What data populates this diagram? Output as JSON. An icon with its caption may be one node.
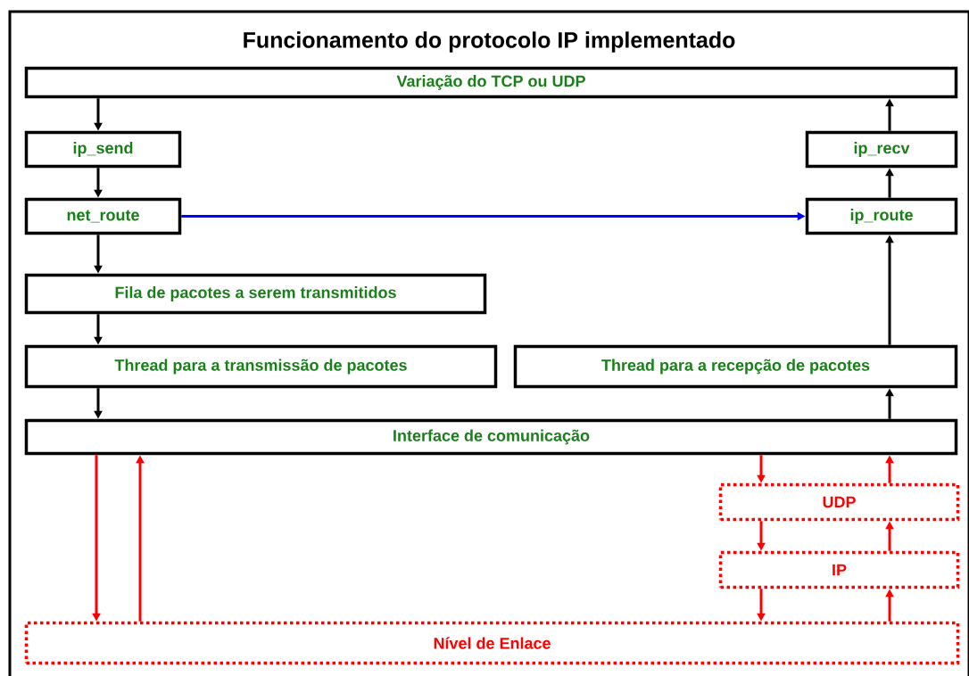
{
  "diagram": {
    "title": "Funcionamento do protocolo IP implementado",
    "nodes": [
      {
        "text": [
          "Variação do TCP ou UDP"
        ]
      },
      {
        "text": [
          "ip_send"
        ]
      },
      {
        "text": [
          "net_route"
        ]
      },
      {
        "text": [
          "Fila de pacotes a serem transmitidos"
        ]
      },
      {
        "text": [
          "Thread para a transmissão de pacotes"
        ]
      },
      {
        "text": [
          "ip_recv"
        ]
      },
      {
        "text": [
          "ip_route"
        ]
      },
      {
        "text": [
          "Thread para a recepção de pacotes"
        ]
      },
      {
        "text": [
          "Interface de comunicação"
        ]
      },
      {
        "text": [
          "UDP"
        ]
      },
      {
        "text": [
          "IP"
        ]
      },
      {
        "text": [
          "Nível de Enlace"
        ]
      }
    ],
    "edges": [
      {
        "from": 0,
        "to": 1,
        "arrow": "to"
      },
      {
        "from": 1,
        "to": 2,
        "arrow": "to"
      },
      {
        "from": 2,
        "to": 3,
        "arrow": "to"
      },
      {
        "from": 3,
        "to": 4,
        "arrow": "to"
      },
      {
        "from": 4,
        "to": 8,
        "arrow": "to"
      },
      {
        "from": 2,
        "to": 6,
        "arrow": "to",
        "color": "#0000ff"
      },
      {
        "from": 6,
        "to": 5,
        "arrow": "to"
      },
      {
        "from": 5,
        "to": 0,
        "arrow": "to"
      },
      {
        "from": 7,
        "to": 6,
        "arrow": "to"
      },
      {
        "from": 8,
        "to": 7,
        "arrow": "to"
      },
      {
        "from": 8,
        "to": 11,
        "arrow": "to",
        "color": "#ff0000"
      },
      {
        "from": 11,
        "to": 8,
        "arrow": "to",
        "color": "#ff0000"
      },
      {
        "from": 8,
        "to": 9,
        "arrow": "to",
        "color": "#ff0000"
      },
      {
        "from": 9,
        "to": 10,
        "arrow": "to",
        "color": "#ff0000"
      },
      {
        "from": 10,
        "to": 11,
        "arrow": "to",
        "color": "#ff0000"
      },
      {
        "from": 11,
        "to": 10,
        "arrow": "to",
        "color": "#ff0000"
      },
      {
        "from": 10,
        "to": 9,
        "arrow": "to",
        "color": "#ff0000"
      },
      {
        "from": 9,
        "to": 8,
        "arrow": "to",
        "color": "#ff0000"
      }
    ]
  }
}
